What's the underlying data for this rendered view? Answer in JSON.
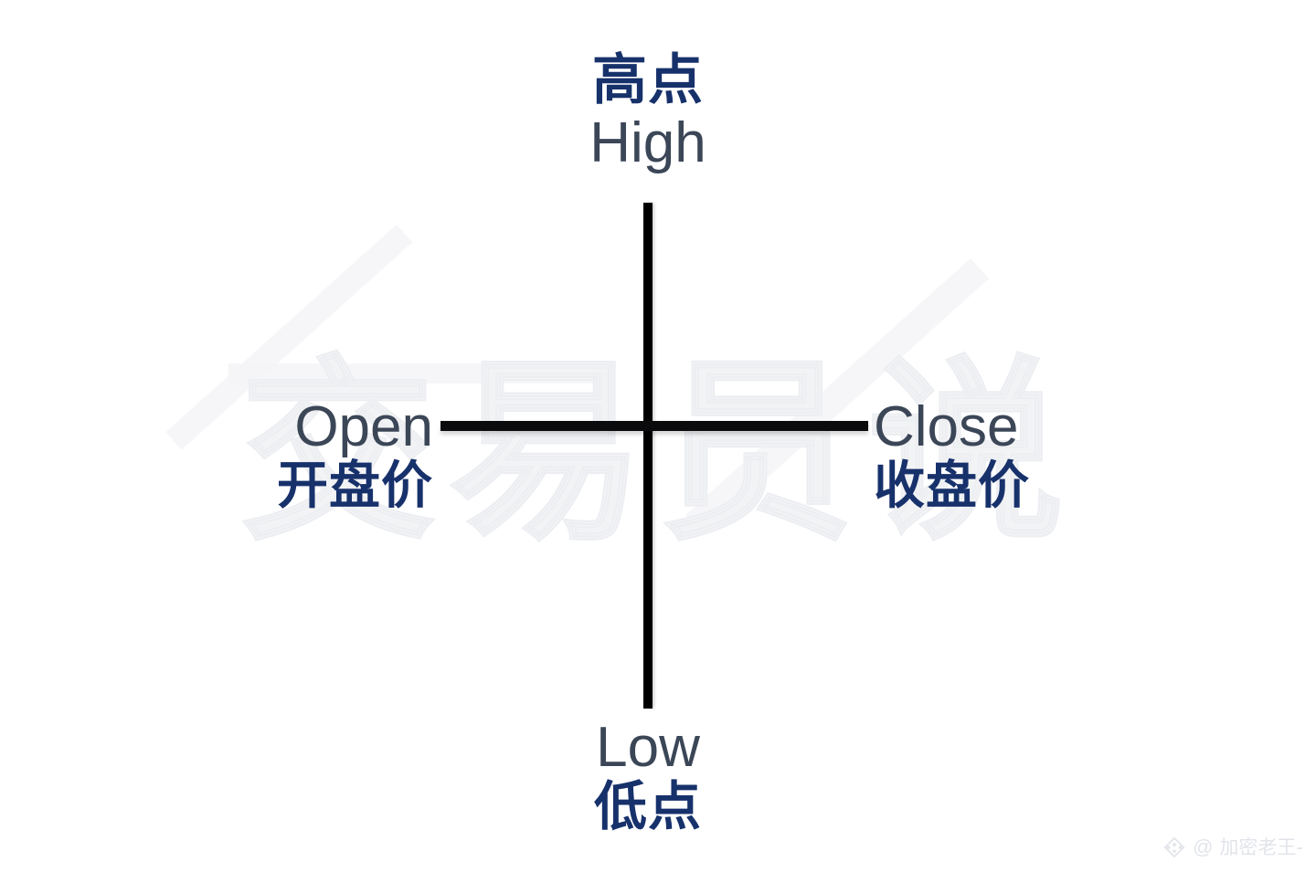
{
  "background": {
    "color": "#ffffff",
    "watermark_text": "交易员说",
    "watermark_color": "#f2f3f5"
  },
  "chart_data": {
    "type": "diagram",
    "subject": "OHLC candlestick anatomy (doji / cross marker)",
    "title": "",
    "points": [
      {
        "key": "high",
        "en": "High",
        "zh": "高点",
        "position": "top"
      },
      {
        "key": "open",
        "en": "Open",
        "zh": "开盘价",
        "position": "left"
      },
      {
        "key": "close",
        "en": "Close",
        "zh": "收盘价",
        "position": "right"
      },
      {
        "key": "low",
        "en": "Low",
        "zh": "低点",
        "position": "bottom"
      }
    ],
    "marker": {
      "shape": "cross",
      "vertical_wick": {
        "top_label": "High",
        "bottom_label": "Low",
        "color": "#000000"
      },
      "horizontal_bar": {
        "left_label": "Open",
        "right_label": "Close",
        "color": "#0b0b0d"
      }
    },
    "legend": [],
    "annotations": []
  },
  "labels": {
    "high": {
      "zh": "高点",
      "en": "High"
    },
    "open": {
      "en": "Open",
      "zh": "开盘价"
    },
    "close": {
      "en": "Close",
      "zh": "收盘价"
    },
    "low": {
      "en": "Low",
      "zh": "低点"
    }
  },
  "colors": {
    "chinese_text": "#17316b",
    "english_text": "#3b4657",
    "line": "#000000",
    "watermark": "#dfe2e8"
  },
  "watermark": {
    "at": "@",
    "handle": "加密老王-",
    "logo_name": "diamond-logo"
  }
}
